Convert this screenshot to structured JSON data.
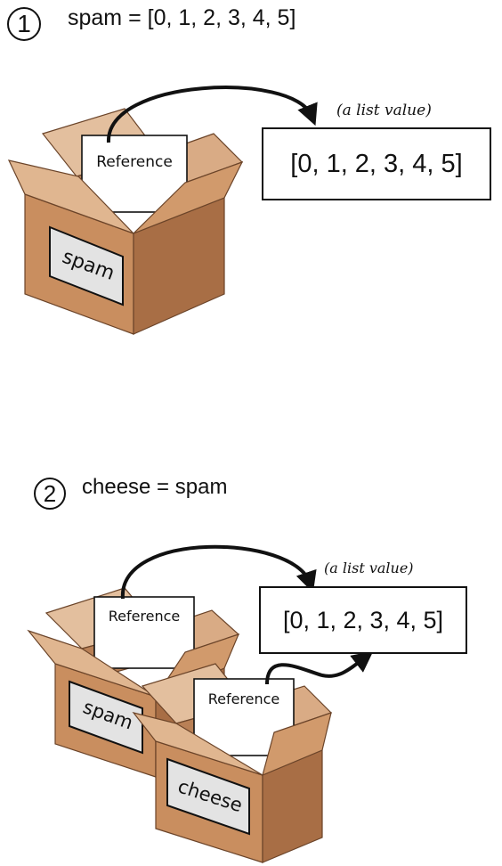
{
  "step1": {
    "number": "1",
    "code": "spam = [0, 1, 2, 3, 4, 5]",
    "annotation": "(a list value)",
    "list_value": "[0, 1, 2, 3, 4, 5]",
    "box_label": "spam",
    "reference_label": "Reference"
  },
  "step2": {
    "number": "2",
    "code": "cheese = spam",
    "annotation": "(a list value)",
    "list_value": "[0, 1, 2, 3, 4, 5]",
    "box1_label": "spam",
    "box1_reference_label": "Reference",
    "box2_label": "cheese",
    "box2_reference_label": "Reference"
  },
  "colors": {
    "box_front": "#c98e5f",
    "box_side": "#a86e45",
    "box_inside": "#d7a57c",
    "flap_light": "#e3bf9e",
    "outline": "#6b4429",
    "label_bg": "#e3e3e3",
    "ink": "#111111"
  }
}
